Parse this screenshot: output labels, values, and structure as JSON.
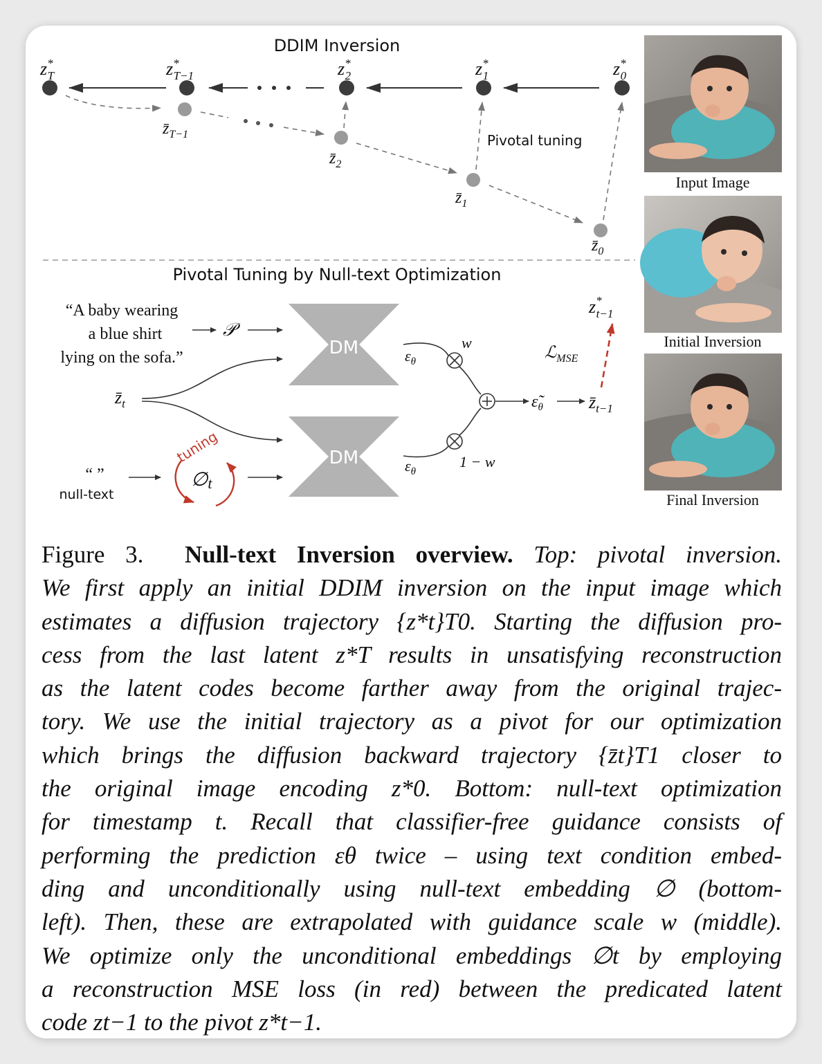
{
  "figure": {
    "ddim_title": "DDIM Inversion",
    "pivotal_title": "Pivotal Tuning by Null-text Optimization",
    "pivotal_tuning_label": "Pivotal tuning",
    "prompt_lines": [
      "“A baby wearing",
      "a blue shirt",
      "lying on the sofa.”"
    ],
    "null_quotes": "“ ”",
    "null_text_label": "null-text",
    "dm_label": "DM",
    "tuning_label": "tuning",
    "loss_label": "ℒ",
    "loss_sub": "MSE",
    "w_label": "w",
    "one_minus_w_label": "1 − w",
    "images": [
      {
        "label": "Input Image"
      },
      {
        "label": "Initial Inversion"
      },
      {
        "label": "Final Inversion"
      }
    ]
  },
  "caption": {
    "figure_number": "Figure 3.",
    "title": "Null-text Inversion overview.",
    "lines": [
      "Top: pivotal inversion.",
      "We first apply an initial DDIM inversion on the input image which",
      "estimates a diffusion trajectory {z*t}T0. Starting the diffusion pro-",
      "cess from the last latent z*T results in unsatisfying reconstruction",
      "as the latent codes become farther away from the original trajec-",
      "tory. We use the initial trajectory as a pivot for our optimization",
      "which brings the diffusion backward trajectory {z̄t}T1 closer to",
      "the original image encoding z*0. Bottom: null-text optimization",
      "for timestamp t. Recall that classifier-free guidance consists of",
      "performing the prediction εθ twice – using text condition embed-",
      "ding and unconditionally using null-text embedding ∅ (bottom-",
      "left). Then, these are extrapolated with guidance scale w (middle).",
      "We optimize only the unconditional embeddings ∅t by employing",
      "a reconstruction MSE loss (in red) between the predicated latent",
      "code zt−1 to the pivot z*t−1."
    ]
  },
  "colors": {
    "dark_node": "#3c3c3c",
    "light_node": "#9a9a9a",
    "dm_block": "#b3b3b3",
    "loss_red": "#c0392b",
    "sofa": "#8c8883",
    "shirt": "#4fb3b8"
  }
}
